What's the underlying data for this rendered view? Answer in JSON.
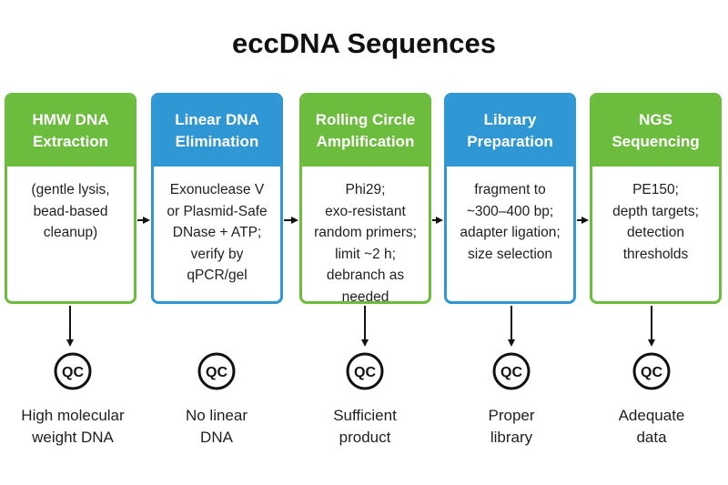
{
  "title": "eccDNA Sequences",
  "steps": [
    {
      "title_lines": [
        "HMW DNA",
        "Extraction"
      ],
      "color": "#6cbc3e",
      "detail_lines": [
        "(gentle lysis,",
        "bead-based",
        "cleanup)"
      ],
      "qc_badge": "QC",
      "qc_label_lines": [
        "High molecular",
        "weight DNA"
      ]
    },
    {
      "title_lines": [
        "Linear DNA",
        "Elimination"
      ],
      "color": "#2f97d3",
      "detail_lines": [
        "Exonuclease V",
        "or Plasmid-Safe",
        "DNase + ATP;",
        "verify by",
        "qPCR/gel"
      ],
      "qc_badge": "QC",
      "qc_label_lines": [
        "No linear",
        "DNA"
      ]
    },
    {
      "title_lines": [
        "Rolling Circle",
        "Amplification"
      ],
      "color": "#6cbc3e",
      "detail_lines": [
        "Phi29;",
        "exo-resistant",
        "random primers;",
        "limit ~2 h;",
        "debranch as",
        "needed"
      ],
      "qc_badge": "QC",
      "qc_label_lines": [
        "Sufficient",
        "product"
      ]
    },
    {
      "title_lines": [
        "Library",
        "Preparation"
      ],
      "color": "#2f97d3",
      "detail_lines": [
        "fragment to",
        "~300–400 bp;",
        "adapter ligation;",
        "size selection"
      ],
      "qc_badge": "QC",
      "qc_label_lines": [
        "Proper",
        "library"
      ]
    },
    {
      "title_lines": [
        "NGS",
        "Sequencing"
      ],
      "color": "#6cbc3e",
      "detail_lines": [
        "PE150;",
        "depth targets;",
        "detection",
        "thresholds"
      ],
      "qc_badge": "QC",
      "qc_label_lines": [
        "Adequate",
        "data"
      ]
    }
  ]
}
